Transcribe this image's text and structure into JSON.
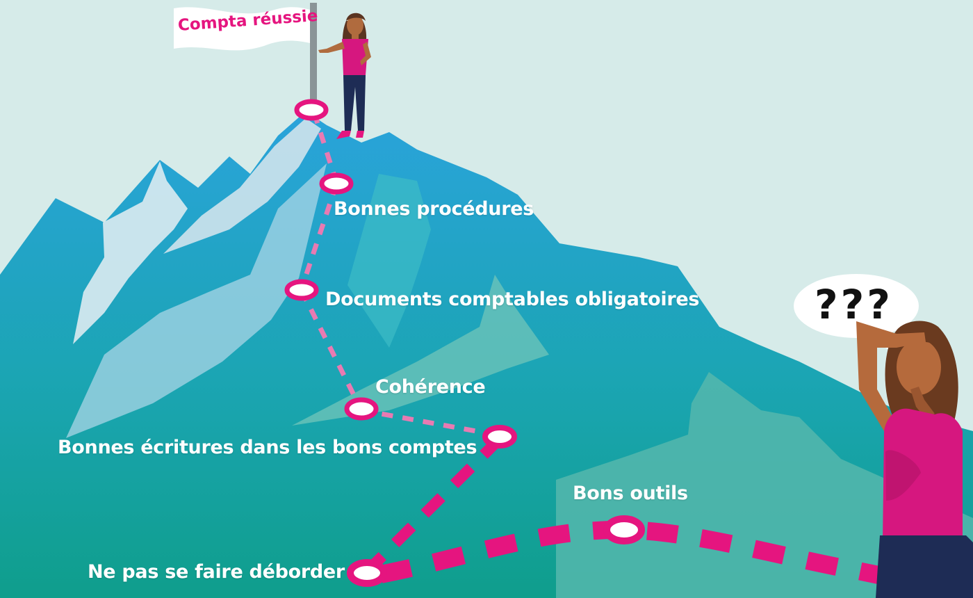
{
  "flag": {
    "text": "Compta réussie"
  },
  "milestones": {
    "bonnes_procedures": "Bonnes procédures",
    "documents_comptables": "Documents comptables obligatoires",
    "coherence": "Cohérence",
    "bonnes_ecritures": "Bonnes écritures dans les bons comptes",
    "bons_outils": "Bons outils",
    "ne_pas_deborder": "Ne pas se faire déborder"
  },
  "thought_bubble": {
    "text": "???"
  },
  "colors": {
    "sky": "#d6ebe9",
    "mountain_top": "#2a9fd6",
    "mountain_bottom": "#0f9e8f",
    "path": "#e5157f",
    "path_light": "#e877b0",
    "snow": "#dcebf1"
  }
}
